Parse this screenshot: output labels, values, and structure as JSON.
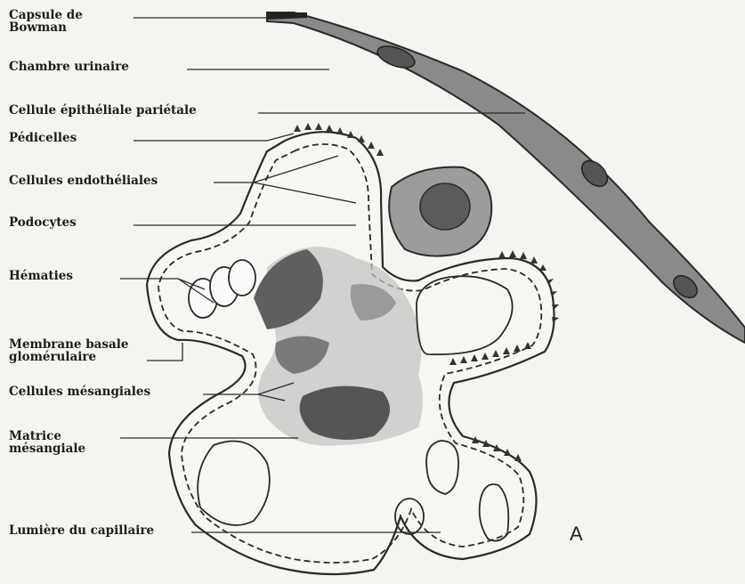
{
  "figure": {
    "panel_letter": "A",
    "labels": {
      "capsule_line1": "Capsule de",
      "capsule_line2": "Bowman",
      "chambre": "Chambre urinaire",
      "cellule_parietale": "Cellule épithéliale pariétale",
      "pedicelles": "Pédicelles",
      "endotheliales": "Cellules endothéliales",
      "podocytes": "Podocytes",
      "hematies": "Hématies",
      "membrane_line1": "Membrane basale",
      "membrane_line2": "glomérulaire",
      "mesangiales": "Cellules mésangiales",
      "matrice_line1": "Matrice",
      "matrice_line2": "mésangiale",
      "lumiere": "Lumière du capillaire"
    }
  },
  "colors": {
    "ink": "#2a2a2a",
    "capsule_fill": "#8c8c8c",
    "nucleus_dark": "#5a5a5a",
    "mesangium": "#bdbdbd",
    "background": "#f4f4f0"
  }
}
